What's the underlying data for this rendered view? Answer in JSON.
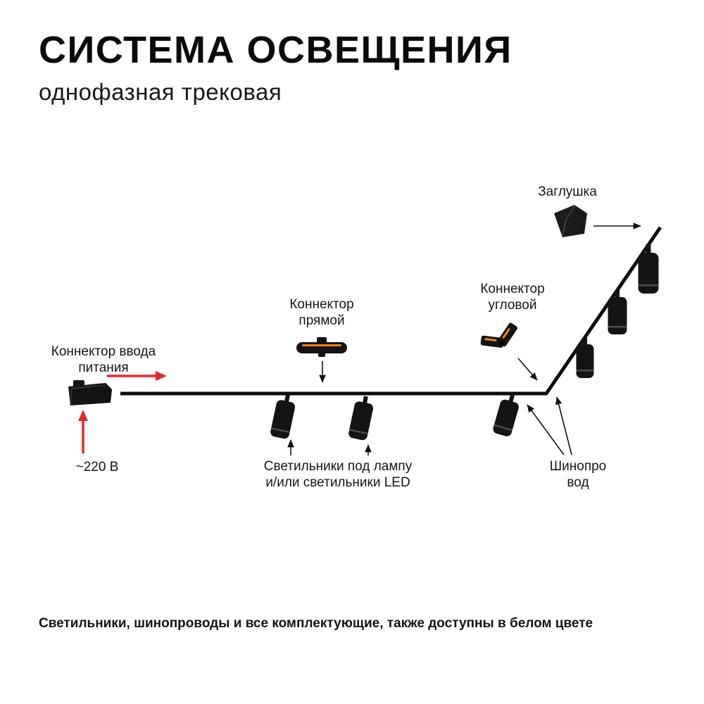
{
  "header": {
    "title": "СИСТЕМА ОСВЕЩЕНИЯ",
    "subtitle": "однофазная трековая"
  },
  "labels": {
    "endcap": "Заглушка",
    "corner_connector": {
      "line1": "Коннектор",
      "line2": "угловой"
    },
    "straight_connector": {
      "line1": "Коннектор",
      "line2": "прямой"
    },
    "power_connector": {
      "line1": "Коннектор ввода",
      "line2": "питания"
    },
    "voltage": "~220 В",
    "lights": {
      "line1": "Светильники под лампу",
      "line2": "и/или светильники LED"
    },
    "busbar": {
      "line1": "Шинопро",
      "line2": "вод"
    }
  },
  "footer": {
    "note": "Светильники, шинопроводы и все комплектующие, также доступны в белом цвете"
  },
  "colors": {
    "accent_red": "#e8262a",
    "connector_orange": "#f07e1d",
    "graphics_black": "#111111",
    "background": "#ffffff"
  },
  "icons": {
    "end_cap": "end-cap-icon",
    "straight_connector": "straight-connector-icon",
    "corner_connector": "corner-connector-icon",
    "power_feed": "power-feed-connector-icon",
    "track_light": "track-light-icon",
    "pointer_arrow": "pointer-arrow-icon",
    "red_arrow": "red-direction-arrow-icon"
  }
}
